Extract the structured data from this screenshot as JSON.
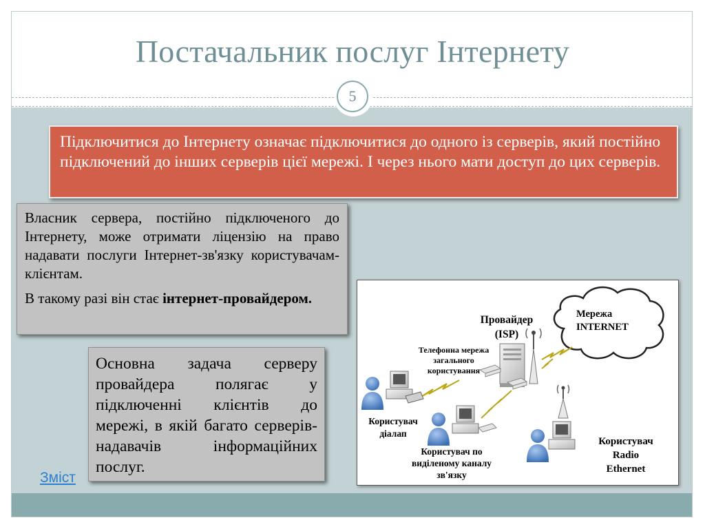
{
  "title": "Постачальник послуг Інтернету",
  "page_number": "5",
  "intro_text": "Підключитися до Інтернету означає підключитися до одного із серверів, який постійно підключений до інших серверів цієї мережі. І через нього мати доступ до цих серверів.",
  "owner_box": {
    "paragraph1": "Власник сервера, постійно підключеного до Інтернету, може отримати ліцензію на право надавати послуги Інтернет-зв'язку користувачам-клієнтам.",
    "paragraph2_prefix": "В такому разі він стає ",
    "paragraph2_bold": "інтернет-провайдером."
  },
  "task_box": "Основна задача серверу провайдера полягає у підключенні клієнтів до мережі, в якій багато серверів-надавачів інформаційних послуг.",
  "toc_link": "Зміст",
  "diagram": {
    "provider_line1": "Провайдер",
    "provider_line2": "(ISP)",
    "internet_line1": "Мережа",
    "internet_line2": "INTERNET",
    "phone_net_line1": "Телефонна мережа",
    "phone_net_line2": "загального",
    "phone_net_line3": "користування",
    "dialup_line1": "Користувач",
    "dialup_line2": "діалап",
    "leased_line1": "Користувач по",
    "leased_line2": "виділеному каналу",
    "leased_line3": "зв'язку",
    "radio_line1": "Користувач",
    "radio_line2": "Radio",
    "radio_line3": "Ethernet"
  },
  "colors": {
    "title": "#6e8f95",
    "intro_background": "#d15f4a",
    "body_background": "#c3d2d5",
    "footer_bar": "#8aabad",
    "text_box_background": "#c2c2c2",
    "link": "#2e7fd0"
  }
}
